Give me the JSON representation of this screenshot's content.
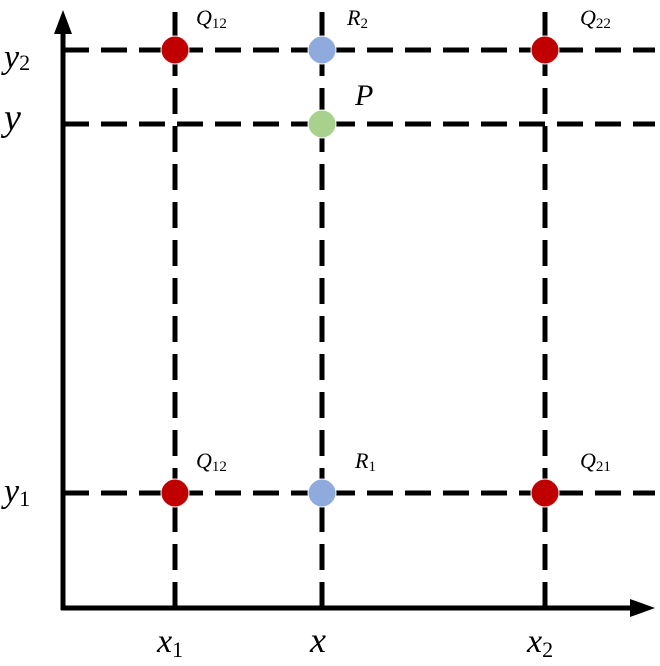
{
  "axes": {
    "x_ticks": [
      {
        "main": "x",
        "sub": "1"
      },
      {
        "main": "x",
        "sub": ""
      },
      {
        "main": "x",
        "sub": "2"
      }
    ],
    "y_ticks": [
      {
        "main": "y",
        "sub": "2"
      },
      {
        "main": "y",
        "sub": ""
      },
      {
        "main": "y",
        "sub": "1"
      }
    ]
  },
  "points": [
    {
      "main": "Q",
      "sub": "12",
      "color": "#c00000"
    },
    {
      "main": "R",
      "sub": "2",
      "color": "#8faadc"
    },
    {
      "main": "Q",
      "sub": "22",
      "color": "#c00000"
    },
    {
      "main": "P",
      "sub": "",
      "color": "#a9d18e"
    },
    {
      "main": "Q",
      "sub": "12",
      "color": "#c00000"
    },
    {
      "main": "R",
      "sub": "1",
      "color": "#8faadc"
    },
    {
      "main": "Q",
      "sub": "21",
      "color": "#c00000"
    }
  ]
}
